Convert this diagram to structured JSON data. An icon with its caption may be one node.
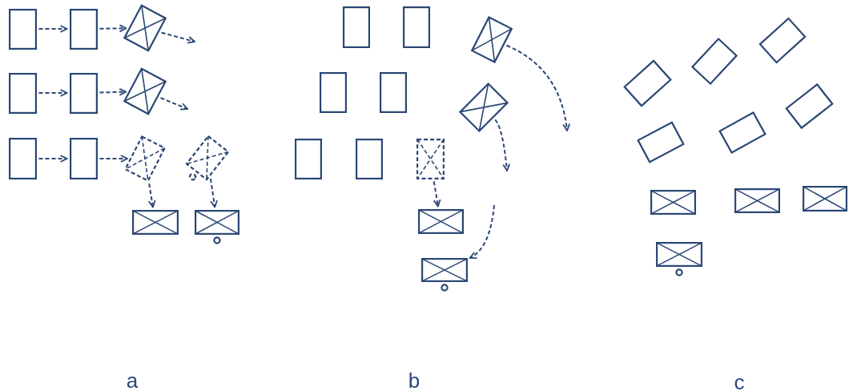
{
  "diagram": {
    "nodes": [
      {
        "text": [],
        "shape": "box"
      },
      {
        "text": [],
        "shape": "box"
      },
      {
        "text": [],
        "shape": "crate"
      },
      {
        "text": [],
        "shape": "box"
      },
      {
        "text": [],
        "shape": "box"
      },
      {
        "text": [],
        "shape": "crate"
      },
      {
        "text": [],
        "shape": "box"
      },
      {
        "text": [],
        "shape": "box"
      },
      {
        "text": [],
        "shape": "crate"
      },
      {
        "text": [],
        "shape": "cart"
      },
      {
        "text": [],
        "shape": "crate"
      },
      {
        "text": [],
        "shape": "cart"
      },
      {
        "text": [],
        "shape": "box"
      },
      {
        "text": [],
        "shape": "box"
      },
      {
        "text": [],
        "shape": "crate"
      },
      {
        "text": [],
        "shape": "box"
      },
      {
        "text": [],
        "shape": "box"
      },
      {
        "text": [],
        "shape": "crate"
      },
      {
        "text": [],
        "shape": "box"
      },
      {
        "text": [],
        "shape": "box"
      },
      {
        "text": [],
        "shape": "crate"
      },
      {
        "text": [],
        "shape": "crate"
      },
      {
        "text": [],
        "shape": "cart"
      },
      {
        "text": [],
        "shape": "box"
      },
      {
        "text": [],
        "shape": "box"
      },
      {
        "text": [],
        "shape": "box"
      },
      {
        "text": [],
        "shape": "box"
      },
      {
        "text": [],
        "shape": "box"
      },
      {
        "text": [],
        "shape": "box"
      },
      {
        "text": [],
        "shape": "crate"
      },
      {
        "text": [],
        "shape": "crate"
      },
      {
        "text": [],
        "shape": "crate"
      },
      {
        "text": [],
        "shape": "cart"
      }
    ],
    "edges": [
      {
        "from": 0,
        "to": 1,
        "arrow": "to",
        "style": "dashed"
      },
      {
        "from": 1,
        "to": 2,
        "arrow": "to",
        "style": "dashed"
      },
      {
        "from": 2,
        "to": null,
        "arrow": "to",
        "style": "dashed"
      },
      {
        "from": 3,
        "to": 4,
        "arrow": "to",
        "style": "dashed"
      },
      {
        "from": 4,
        "to": 5,
        "arrow": "to",
        "style": "dashed"
      },
      {
        "from": 5,
        "to": null,
        "arrow": "to",
        "style": "dashed"
      },
      {
        "from": 6,
        "to": 7,
        "arrow": "to",
        "style": "dashed"
      },
      {
        "from": 7,
        "to": 8,
        "arrow": "to",
        "style": "dashed"
      },
      {
        "from": 8,
        "to": 10,
        "arrow": "to",
        "style": "dashed"
      },
      {
        "from": 9,
        "to": 11,
        "arrow": "to",
        "style": "dashed"
      },
      {
        "from": 14,
        "to": null,
        "arrow": "to",
        "style": "dashed"
      },
      {
        "from": 17,
        "to": null,
        "arrow": "to",
        "style": "dashed"
      },
      {
        "from": 20,
        "to": 21,
        "arrow": "to",
        "style": "dashed"
      },
      {
        "from": null,
        "to": 22,
        "arrow": "to",
        "style": "dashed"
      }
    ],
    "labels": [
      "a",
      "b",
      "c"
    ]
  }
}
